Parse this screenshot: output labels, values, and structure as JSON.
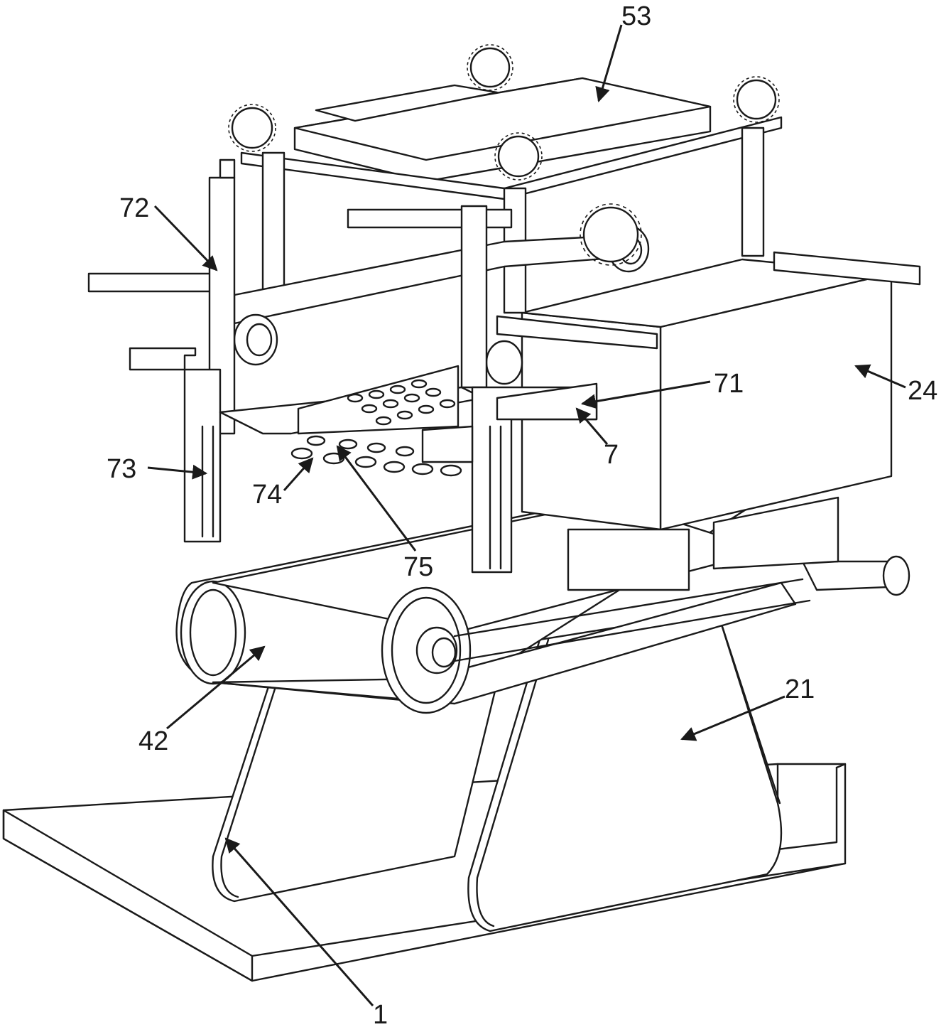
{
  "labels": {
    "l53": "53",
    "l72": "72",
    "l71": "71",
    "l24": "24",
    "l7": "7",
    "l73": "73",
    "l74": "74",
    "l75": "75",
    "l42": "42",
    "l21": "21",
    "l1": "1"
  },
  "style": {
    "line_color": "#1a1a1a",
    "background": "#ffffff"
  }
}
